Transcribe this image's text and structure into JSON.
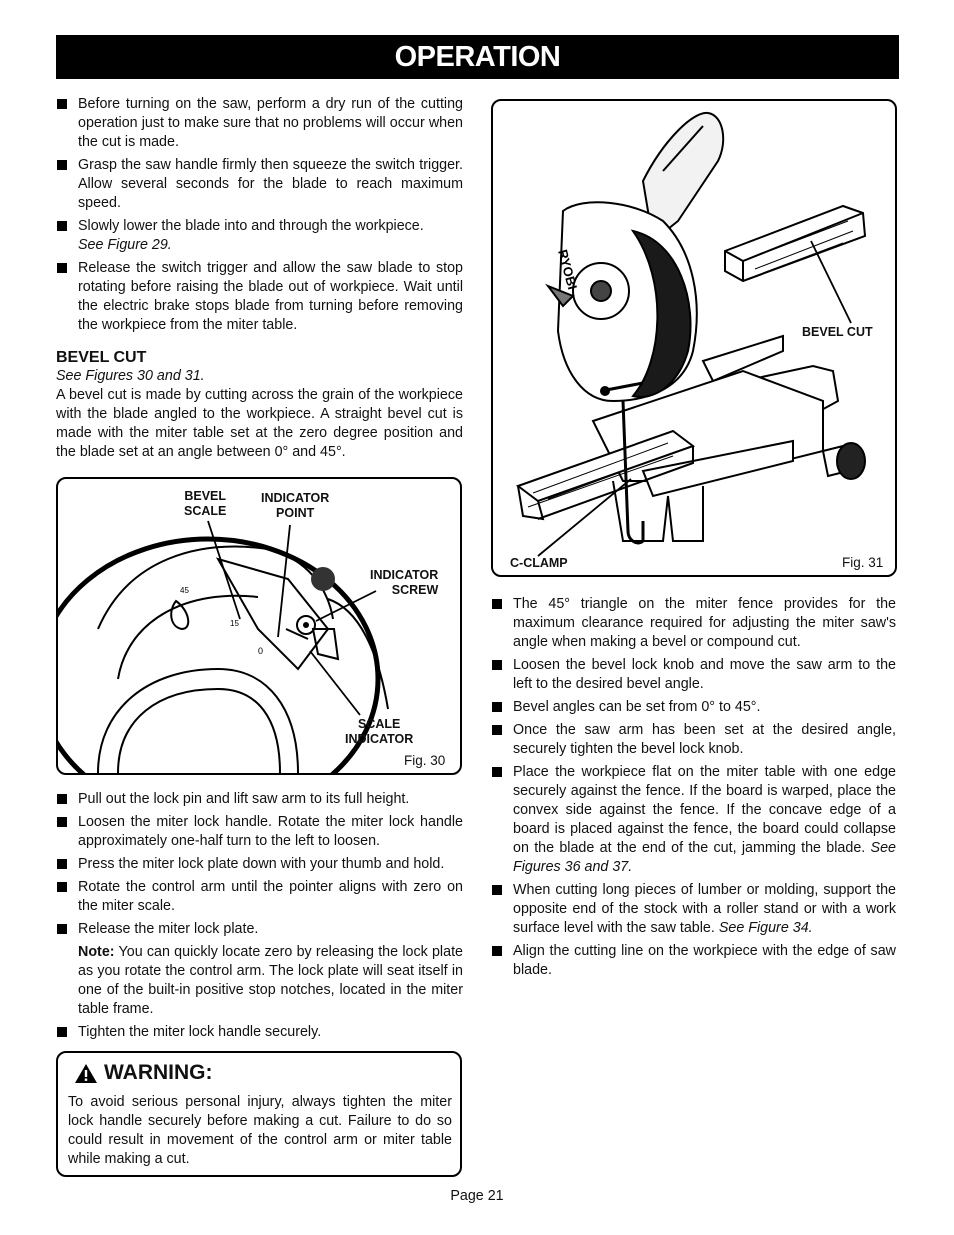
{
  "banner": "OPERATION",
  "left": {
    "bullets_top": [
      "Before turning on the saw, perform a dry run of the cutting operation just to make sure that no problems will occur when the cut is made.",
      "Grasp the saw handle firmly then squeeze the switch trigger. Allow several seconds for the blade to reach maximum speed.",
      "Slowly lower the blade into and through the workpiece.",
      "Release the switch trigger and allow the saw blade to stop rotating before raising the blade out of workpiece. Wait until the electric brake stops blade from turning before removing the workpiece from the miter table."
    ],
    "see_fig29": "See Figure 29.",
    "bevel_heading": "BEVEL CUT",
    "bevel_see": "See Figures 30 and 31.",
    "bevel_para": "A bevel cut is made by cutting across the grain of the workpiece with the blade angled to the workpiece. A straight bevel cut is made with the miter table set at the zero degree position and the blade set at an angle between 0° and 45°.",
    "bullets_bottom": [
      "Pull out the lock pin and lift saw arm to its full height.",
      "Loosen the miter lock handle. Rotate the miter lock handle approximately one-half turn to the left to loosen.",
      "Press the miter lock plate down with your thumb and hold.",
      "Rotate the control arm until the pointer aligns with zero on the miter scale.",
      "Release the miter lock plate."
    ],
    "note_label": "Note:",
    "note_text": " You can quickly locate zero by releasing the lock plate as you rotate the control arm. The lock plate will seat itself in one of the built-in positive stop notches, located in the miter table frame.",
    "last_bullet": "Tighten the miter lock handle securely."
  },
  "fig30": {
    "caption": "Fig. 30",
    "labels": {
      "bevel_scale": [
        "BEVEL",
        "SCALE"
      ],
      "indicator_point": [
        "INDICATOR",
        "POINT"
      ],
      "indicator_screw": [
        "INDICATOR",
        "SCREW"
      ],
      "scale_indicator": [
        "SCALE",
        "INDICATOR"
      ]
    },
    "scale_marks": [
      "45",
      "15",
      "0"
    ]
  },
  "fig31": {
    "caption": "Fig. 31",
    "labels": {
      "bevel_cut": "BEVEL CUT",
      "c_clamp": "C-CLAMP"
    },
    "brand": "RYOBI"
  },
  "warning": {
    "title": "WARNING:",
    "body": "To avoid serious personal injury, always tighten the miter lock handle securely before making a cut. Failure to do so could result in movement of the control arm or miter table while making a cut."
  },
  "right": {
    "bullets": [
      "The 45° triangle on the miter fence provides for the maximum clearance required for adjusting the miter saw's angle when making a bevel or compound cut.",
      "Loosen the bevel lock knob and move the saw arm to the left to the desired bevel angle.",
      "Bevel angles can be set from 0° to 45°.",
      "Once the saw arm has been set at the desired angle, securely tighten the bevel lock knob.",
      "Place the workpiece flat on the miter table with one edge securely against the fence. If the board is warped, place the convex side against the fence. If the concave edge of a board is placed against the fence, the board could collapse on the blade at the end of the cut, jamming the blade.",
      "When cutting long pieces of lumber or molding, support the opposite end of the stock with a roller stand or with a work surface level with the saw table.",
      "Align the cutting line on the workpiece with the edge of saw blade."
    ],
    "see_fig36": " See Figures 36 and 37.",
    "see_fig34": " See Figure 34."
  },
  "page": "Page 21"
}
